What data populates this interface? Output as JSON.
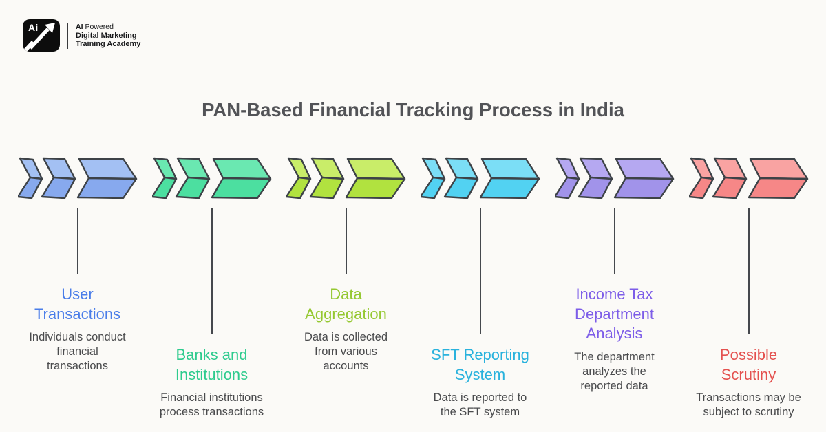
{
  "theme": {
    "background": "#fbfaf7",
    "outline": "#3d4247",
    "connector": "#45484d",
    "title_text": "#525357",
    "body_text": "#4a4b4d",
    "logo_bg": "#0d0d0d"
  },
  "logo": {
    "monogram": "Ai",
    "arrow_icon": "growth-arrow",
    "line1_bold": "AI",
    "line1_rest": "Powered",
    "line2": "Digital Marketing",
    "line3": "Training Academy"
  },
  "page": {
    "title": "PAN-Based Financial Tracking Process in India"
  },
  "steps": [
    {
      "title_lines": [
        "User",
        "Transactions"
      ],
      "body_lines": [
        "Individuals conduct",
        "financial",
        "transactions"
      ],
      "colors": {
        "fill_top": "#a3c0f3",
        "fill_bottom": "#87a9ee",
        "title_text": "#4a7de9"
      }
    },
    {
      "title_lines": [
        "Banks and",
        "Institutions"
      ],
      "body_lines": [
        "Financial institutions",
        "process transactions"
      ],
      "colors": {
        "fill_top": "#6ae8b1",
        "fill_bottom": "#4cdfa0",
        "title_text": "#2ecb8e"
      }
    },
    {
      "title_lines": [
        "Data",
        "Aggregation"
      ],
      "body_lines": [
        "Data is collected",
        "from various",
        "accounts"
      ],
      "colors": {
        "fill_top": "#c9ed69",
        "fill_bottom": "#b1e23f",
        "title_text": "#95c831"
      }
    },
    {
      "title_lines": [
        "SFT Reporting",
        "System"
      ],
      "body_lines": [
        "Data is reported to",
        "the SFT system"
      ],
      "colors": {
        "fill_top": "#7bdef6",
        "fill_bottom": "#52d2f2",
        "title_text": "#29b2dd"
      }
    },
    {
      "title_lines": [
        "Income Tax",
        "Department",
        "Analysis"
      ],
      "body_lines": [
        "The department",
        "analyzes the",
        "reported data"
      ],
      "colors": {
        "fill_top": "#b5a8f1",
        "fill_bottom": "#a193ea",
        "title_text": "#7d5de8"
      }
    },
    {
      "title_lines": [
        "Possible",
        "Scrutiny"
      ],
      "body_lines": [
        "Transactions may be",
        "subject to scrutiny"
      ],
      "colors": {
        "fill_top": "#f9a3a2",
        "fill_bottom": "#f68787",
        "title_text": "#e4514f"
      }
    }
  ]
}
